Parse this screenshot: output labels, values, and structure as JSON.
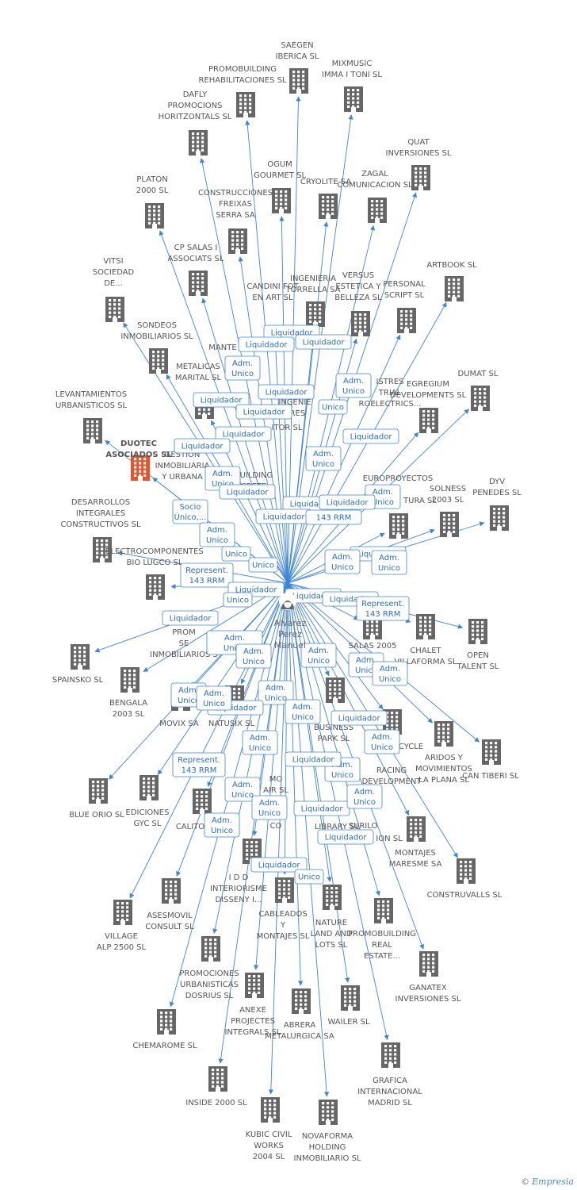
{
  "center": {
    "label": "Alvarez Perez Manuel",
    "lines": [
      "Alvarez",
      "Perez",
      "Manuel"
    ]
  },
  "colors": {
    "edge": "#3f85d6",
    "building": "#666666",
    "highlight": "#e8532b",
    "box_border": "#3f85d6",
    "box_text": "#2a6fbf"
  },
  "footer": {
    "copyright": "©",
    "brand": "Empresia"
  },
  "nodes": [
    {
      "id": "saegen",
      "lines": [
        "SAEGEN",
        "IBERICA SL"
      ]
    },
    {
      "id": "promobuilding-rehab",
      "lines": [
        "PROMOBUILDING",
        "REHABILITACIONES SL"
      ]
    },
    {
      "id": "mixmusic",
      "lines": [
        "MIXMUSIC",
        "IMMA I TONI SL"
      ]
    },
    {
      "id": "dafly",
      "lines": [
        "DAFLY",
        "PROMOCIONS",
        "HORITZONTALS SL"
      ]
    },
    {
      "id": "quat",
      "lines": [
        "QUAT",
        "INVERSIONES SL"
      ]
    },
    {
      "id": "ogum",
      "lines": [
        "OGUM",
        "GOURMET SL"
      ]
    },
    {
      "id": "cryolite",
      "lines": [
        "CRYOLITE SA"
      ]
    },
    {
      "id": "zagal",
      "lines": [
        "ZAGAL",
        "COMUNICACION SL"
      ]
    },
    {
      "id": "platon",
      "lines": [
        "PLATON",
        "2000 SL"
      ]
    },
    {
      "id": "construcciones-freixas",
      "lines": [
        "CONSTRUCCIONES",
        "FREIXAS",
        "SERRA SA"
      ]
    },
    {
      "id": "cp-salas",
      "lines": [
        "CP SALAS I",
        "ASSOCIATS SL"
      ]
    },
    {
      "id": "artbook",
      "lines": [
        "ARTBOOK SL"
      ]
    },
    {
      "id": "vitsi",
      "lines": [
        "VITSI",
        "SOCIEDAD",
        "DE..."
      ]
    },
    {
      "id": "candini",
      "lines": [
        "CANDINI FOT",
        "EN ART SL"
      ]
    },
    {
      "id": "ingenieria-torrella",
      "lines": [
        "INGENIERIA",
        "TORRELLA SA"
      ]
    },
    {
      "id": "versus",
      "lines": [
        "VERSUS",
        "ESTETICA Y",
        "BELLEZA SL"
      ]
    },
    {
      "id": "personal-script",
      "lines": [
        "PERSONAL",
        "SCRIPT SL"
      ]
    },
    {
      "id": "sondeos",
      "lines": [
        "SONDEOS",
        "INMOBILIARIOS SL"
      ]
    },
    {
      "id": "dumat",
      "lines": [
        "DUMAT SL"
      ]
    },
    {
      "id": "egregium",
      "lines": [
        "EGREGIUM",
        "DEVELOPMENTS SL"
      ]
    },
    {
      "id": "levantamientos",
      "lines": [
        "LEVANTAMIENTOS",
        "URBANISTICOS SL"
      ]
    },
    {
      "id": "duotec",
      "lines": [
        "DUOTEC",
        "ASOCIADOS SL"
      ],
      "highlight": true
    },
    {
      "id": "gestion-inmobiliaria",
      "lines": [
        "GESTION",
        "INMOBILIARIA",
        "Y URBANA"
      ]
    },
    {
      "id": "europroyectos",
      "lines": [
        "EUROPROYECTOS"
      ]
    },
    {
      "id": "solness",
      "lines": [
        "SOLNESS",
        "2003 SL"
      ]
    },
    {
      "id": "dyv",
      "lines": [
        "DYV",
        "PENEDES SL"
      ]
    },
    {
      "id": "desarrollos",
      "lines": [
        "DESARROLLOS",
        "INTEGRALES",
        "CONSTRUCTIVOS SL"
      ]
    },
    {
      "id": "electrocomponentes",
      "lines": [
        "ELECTROCOMPONENTES",
        "BIO LUGCO SL"
      ]
    },
    {
      "id": "salas-2005",
      "lines": [
        "SALAS 2005"
      ]
    },
    {
      "id": "chalet",
      "lines": [
        "CHALET",
        "VILLAFORMA SL"
      ]
    },
    {
      "id": "open-talent",
      "lines": [
        "OPEN",
        "TALENT SL"
      ]
    },
    {
      "id": "spainsko",
      "lines": [
        "SPAINSKO SL"
      ]
    },
    {
      "id": "bengala",
      "lines": [
        "BENGALA",
        "2003 SL"
      ]
    },
    {
      "id": "movix",
      "lines": [
        "MOVIX SA"
      ]
    },
    {
      "id": "natusix",
      "lines": [
        "NATUSIX SL"
      ]
    },
    {
      "id": "business-park",
      "lines": [
        "BUSINESS",
        "PARK SL"
      ]
    },
    {
      "id": "racing",
      "lines": [
        "RACING",
        "DEVELOPMENT"
      ]
    },
    {
      "id": "aridos",
      "lines": [
        "ARIDOS Y",
        "MOVIMIENTOS",
        "LA PLANA SL"
      ]
    },
    {
      "id": "can-tiberi",
      "lines": [
        "CAN TIBERI SL"
      ]
    },
    {
      "id": "blue-orio",
      "lines": [
        "BLUE ORIO SL"
      ]
    },
    {
      "id": "ediciones-gyc",
      "lines": [
        "EDICIONES",
        "GYC SL"
      ]
    },
    {
      "id": "calito",
      "lines": [
        "CALITO"
      ]
    },
    {
      "id": "montajes-maresme",
      "lines": [
        "MONTAJES",
        "MARESME SA"
      ]
    },
    {
      "id": "construvalls",
      "lines": [
        "CONSTRUVALLS SL"
      ]
    },
    {
      "id": "idd-interiorisme",
      "lines": [
        "I D D",
        "INTERIORISME",
        "DISSENY I..."
      ]
    },
    {
      "id": "village-alp",
      "lines": [
        "VILLAGE",
        "ALP 2500 SL"
      ]
    },
    {
      "id": "asesmovil",
      "lines": [
        "ASESMOVIL",
        "CONSULT SL"
      ]
    },
    {
      "id": "cableados",
      "lines": [
        "CABLEADOS",
        "Y",
        "MONTAJES SL"
      ]
    },
    {
      "id": "nature-land",
      "lines": [
        "NATURE",
        "LAND AND",
        "LOTS SL"
      ]
    },
    {
      "id": "promobuilding-real",
      "lines": [
        "PROMOBUILDING",
        "REAL",
        "ESTATE..."
      ]
    },
    {
      "id": "ganatex",
      "lines": [
        "GANATEX",
        "INVERSIONES SL"
      ]
    },
    {
      "id": "promociones-dosrius",
      "lines": [
        "PROMOCIONES",
        "URBANISTICAS",
        "DOSRIUS SL"
      ]
    },
    {
      "id": "anexe",
      "lines": [
        "ANEXE",
        "PROJECTES",
        "INTEGRALS SL"
      ]
    },
    {
      "id": "abrera",
      "lines": [
        "ABRERA",
        "METALURGICA SA"
      ]
    },
    {
      "id": "wailer",
      "lines": [
        "WAILER SL"
      ]
    },
    {
      "id": "chemarome",
      "lines": [
        "CHEMAROME SL"
      ]
    },
    {
      "id": "grafica",
      "lines": [
        "GRAFICA",
        "INTERNACIONAL",
        "MADRID SL"
      ]
    },
    {
      "id": "inside-2000",
      "lines": [
        "INSIDE 2000 SL"
      ]
    },
    {
      "id": "kubic",
      "lines": [
        "KUBIC CIVIL",
        "WORKS",
        "2004 SL"
      ]
    },
    {
      "id": "novaforma",
      "lines": [
        "NOVAFORMA",
        "HOLDING",
        "INMOBILIARIO SL"
      ]
    },
    {
      "id": "partial-mante",
      "lines": [
        "MANTE"
      ]
    },
    {
      "id": "partial-metalicas",
      "lines": [
        "METALICAS",
        "MARITAL SL"
      ]
    },
    {
      "id": "partial-istres",
      "lines": [
        "ISTRES",
        "TRIAL",
        "ROELECTRICS..."
      ]
    },
    {
      "id": "partial-ingenie",
      "lines": [
        "INGENIE",
        "ARES"
      ]
    },
    {
      "id": "partial-itor",
      "lines": [
        "ITOR SL"
      ]
    },
    {
      "id": "partial-building",
      "lines": [
        "BUILDING",
        "CRETE"
      ]
    },
    {
      "id": "partial-tura",
      "lines": [
        "TURA SL"
      ]
    },
    {
      "id": "partial-prom",
      "lines": [
        "PROM",
        "SE",
        "INMOBILIARIOS S"
      ]
    },
    {
      "id": "partial-nycycle",
      "lines": [
        "NYCYCLE"
      ]
    },
    {
      "id": "partial-moair",
      "lines": [
        "MO",
        "AIR SL"
      ]
    },
    {
      "id": "partial-library",
      "lines": [
        "LIBRARY SL"
      ]
    },
    {
      "id": "partial-surilo",
      "lines": [
        "SURILO"
      ]
    },
    {
      "id": "partial-ion",
      "lines": [
        "ION SL"
      ]
    },
    {
      "id": "partial-co",
      "lines": [
        "CO"
      ]
    }
  ],
  "relations": [
    {
      "id": "r1",
      "lines": [
        "Liquidador"
      ]
    },
    {
      "id": "r2",
      "lines": [
        "Liquidador"
      ]
    },
    {
      "id": "r3",
      "lines": [
        "Liquidador"
      ]
    },
    {
      "id": "r4",
      "lines": [
        "Adm.",
        "Unico"
      ]
    },
    {
      "id": "r5",
      "lines": [
        "Adm.",
        "Unico"
      ]
    },
    {
      "id": "r6",
      "lines": [
        "Liquidador"
      ]
    },
    {
      "id": "r7",
      "lines": [
        "Liquidador"
      ]
    },
    {
      "id": "r8",
      "lines": [
        "Liquidador"
      ]
    },
    {
      "id": "r9",
      "lines": [
        "Unico"
      ]
    },
    {
      "id": "r10",
      "lines": [
        "Liquidador"
      ]
    },
    {
      "id": "r11",
      "lines": [
        "Liquidador"
      ]
    },
    {
      "id": "r12",
      "lines": [
        "Liquidador"
      ]
    },
    {
      "id": "r13",
      "lines": [
        "Adm.",
        "Unico"
      ]
    },
    {
      "id": "r14",
      "lines": [
        "Adm.",
        "Unico"
      ]
    },
    {
      "id": "r15",
      "lines": [
        "Liquidador"
      ]
    },
    {
      "id": "r16",
      "lines": [
        "Adm.",
        "Unico"
      ]
    },
    {
      "id": "r17",
      "lines": [
        "Socio",
        "Único,..."
      ]
    },
    {
      "id": "r18",
      "lines": [
        "Liquidador"
      ]
    },
    {
      "id": "r19",
      "lines": [
        "Liquidador"
      ]
    },
    {
      "id": "r20",
      "lines": [
        "Liquidador"
      ]
    },
    {
      "id": "r21",
      "lines": [
        "143 RRM"
      ]
    },
    {
      "id": "r22",
      "lines": [
        "Adm.",
        "Unico"
      ]
    },
    {
      "id": "r23",
      "lines": [
        "Liquidador"
      ]
    },
    {
      "id": "r24",
      "lines": [
        "Unico"
      ]
    },
    {
      "id": "r25",
      "lines": [
        "Adm.",
        "Unico"
      ]
    },
    {
      "id": "r26",
      "lines": [
        "Unico"
      ]
    },
    {
      "id": "r27",
      "lines": [
        "Represent.",
        "143 RRM"
      ]
    },
    {
      "id": "r28",
      "lines": [
        "Adm.",
        "Unico"
      ]
    },
    {
      "id": "r29",
      "lines": [
        "Liquidador"
      ]
    },
    {
      "id": "r30",
      "lines": [
        "Unico"
      ]
    },
    {
      "id": "r31",
      "lines": [
        "Liquidador"
      ]
    },
    {
      "id": "r32",
      "lines": [
        "Liquidador"
      ]
    },
    {
      "id": "r33",
      "lines": [
        "Represent.",
        "143 RRM"
      ]
    },
    {
      "id": "r34",
      "lines": [
        "Liquidador"
      ]
    },
    {
      "id": "r35",
      "lines": [
        "Adm.",
        "Unico"
      ]
    },
    {
      "id": "r36",
      "lines": [
        "Adm.",
        "Unico"
      ]
    },
    {
      "id": "r37",
      "lines": [
        "Adm.",
        "Unico"
      ]
    },
    {
      "id": "r38",
      "lines": [
        "Adm.",
        "Unico"
      ]
    },
    {
      "id": "r39",
      "lines": [
        "Adm.",
        "Unico"
      ]
    },
    {
      "id": "r40",
      "lines": [
        "Adm.",
        "Unico"
      ]
    },
    {
      "id": "r41",
      "lines": [
        "Adm.",
        "Unico"
      ]
    },
    {
      "id": "r42",
      "lines": [
        "Liquidador"
      ]
    },
    {
      "id": "r43",
      "lines": [
        "Adm.",
        "Unico"
      ]
    },
    {
      "id": "r44",
      "lines": [
        "Adm.",
        "Unico"
      ]
    },
    {
      "id": "r45",
      "lines": [
        "Represent.",
        "143 RRM"
      ]
    },
    {
      "id": "r46",
      "lines": [
        "Liquidador"
      ]
    },
    {
      "id": "r47",
      "lines": [
        "Adm.",
        "Unico"
      ]
    },
    {
      "id": "r48",
      "lines": [
        "Adm.",
        "Unico"
      ]
    },
    {
      "id": "r49",
      "lines": [
        "Adm.",
        "Unico"
      ]
    },
    {
      "id": "r50",
      "lines": [
        "Liquidador"
      ]
    },
    {
      "id": "r51",
      "lines": [
        "Adm.",
        "Unico"
      ]
    },
    {
      "id": "r52",
      "lines": [
        "Liquidador"
      ]
    },
    {
      "id": "r53",
      "lines": [
        "Adm.",
        "Unico"
      ]
    },
    {
      "id": "r54",
      "lines": [
        "Liquidador"
      ]
    },
    {
      "id": "r55",
      "lines": [
        "Adm.",
        "Unico"
      ]
    },
    {
      "id": "r56",
      "lines": [
        "Adm.",
        "Unico"
      ]
    },
    {
      "id": "r57",
      "lines": [
        "Liquidador"
      ]
    },
    {
      "id": "r58",
      "lines": [
        "Unico"
      ]
    }
  ]
}
